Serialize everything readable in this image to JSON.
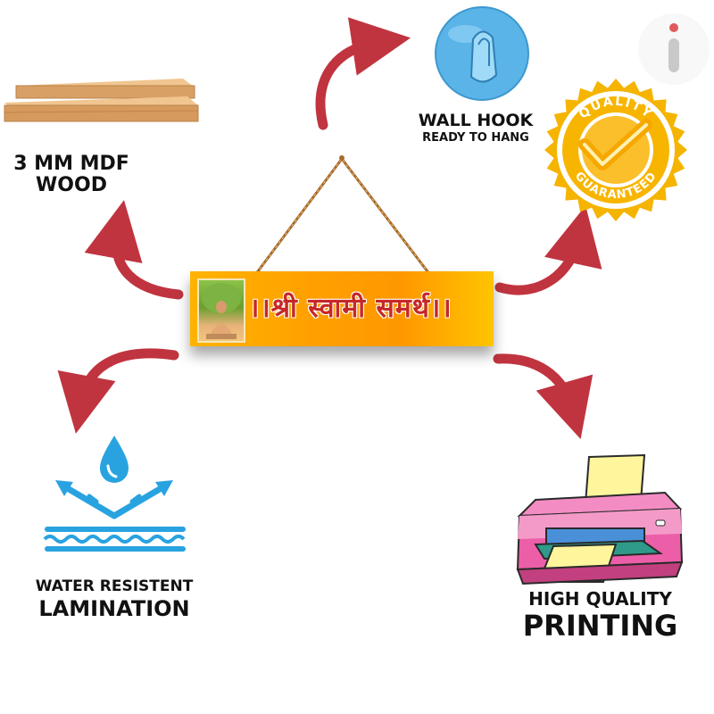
{
  "features": {
    "wood": {
      "line1": "3 MM MDF",
      "line2": "WOOD"
    },
    "hook": {
      "line1": "WALL HOOK",
      "line2": "READY TO HANG"
    },
    "quality_badge": {
      "top": "QUALITY",
      "bottom": "GUARANTEED"
    },
    "lamination": {
      "line1": "WATER RESISTENT",
      "line2": "LAMINATION"
    },
    "printing": {
      "line1": "HIGH QUALITY",
      "line2": "PRINTING"
    }
  },
  "sign": {
    "text": "।।श्री स्वामी समर्थ।।"
  },
  "brand_logo": {
    "letter": "i"
  },
  "colors": {
    "arrow": "#c0343f",
    "sign_orange": "#ffa000",
    "sign_text": "#c62828",
    "badge_gold": "#f5b400",
    "hook_blue": "#5ab4e8",
    "water_blue": "#29a3e0",
    "wood": "#d9a066",
    "printer_pink": "#ec5fa8"
  }
}
